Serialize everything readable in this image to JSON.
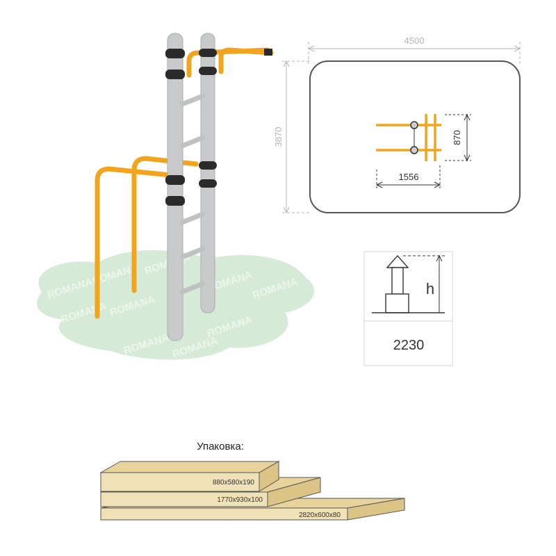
{
  "watermark": {
    "text": "ROMANA"
  },
  "footprint": {
    "width_label": "4500",
    "height_label": "3870",
    "inner_height_label": "870",
    "inner_width_label": "1556"
  },
  "height_box": {
    "h_label": "h",
    "value": "2230"
  },
  "packaging": {
    "title": "Упаковка:",
    "boxes": [
      {
        "label": "880x580x190"
      },
      {
        "label": "1770x930x100"
      },
      {
        "label": "2820x600x80"
      }
    ]
  },
  "colors": {
    "pipe_gray": "#c8cacb",
    "pipe_orange": "#f2a51c",
    "clamp_black": "#2b2b2b",
    "mat_green": "#d6ead8",
    "box_face": "#f0e1b7",
    "box_top": "#e8d39c",
    "dim_gray": "#b5b5b5"
  }
}
